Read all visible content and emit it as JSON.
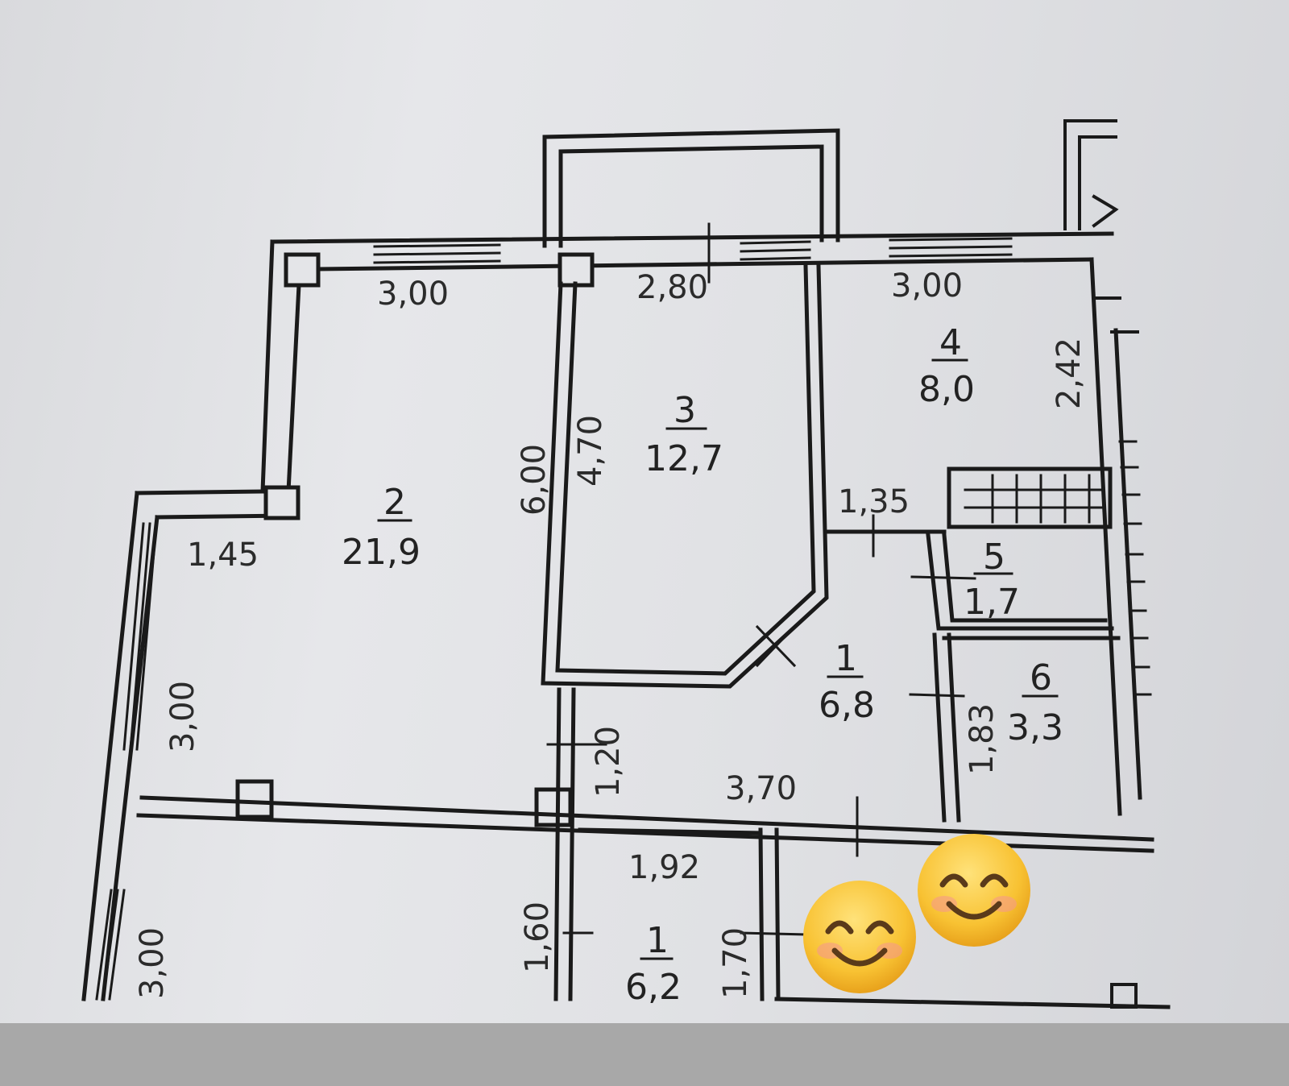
{
  "rooms": [
    {
      "id": "r1a",
      "number": "1",
      "area": "6,8"
    },
    {
      "id": "r2",
      "number": "2",
      "area": "21,9"
    },
    {
      "id": "r3",
      "number": "3",
      "area": "12,7"
    },
    {
      "id": "r4",
      "number": "4",
      "area": "8,0"
    },
    {
      "id": "r5",
      "number": "5",
      "area": "1,7"
    },
    {
      "id": "r6",
      "number": "6",
      "area": "3,3"
    },
    {
      "id": "r1b",
      "number": "1",
      "area": "6,2"
    }
  ],
  "dimensions": {
    "d_300_top_left": "3,00",
    "d_280_top": "2,80",
    "d_300_top_right": "3,00",
    "d_242": "2,42",
    "d_600": "6,00",
    "d_470": "4,70",
    "d_145": "1,45",
    "d_135": "1,35",
    "d_300_left": "3,00",
    "d_120": "1,20",
    "d_370": "3,70",
    "d_183": "1,83",
    "d_192": "1,92",
    "d_160": "1,60",
    "d_170": "1,70",
    "d_300_bottom_left": "3,00"
  },
  "stickers": [
    {
      "icon": "smiling-face-emoji"
    },
    {
      "icon": "smiling-face-emoji"
    }
  ]
}
